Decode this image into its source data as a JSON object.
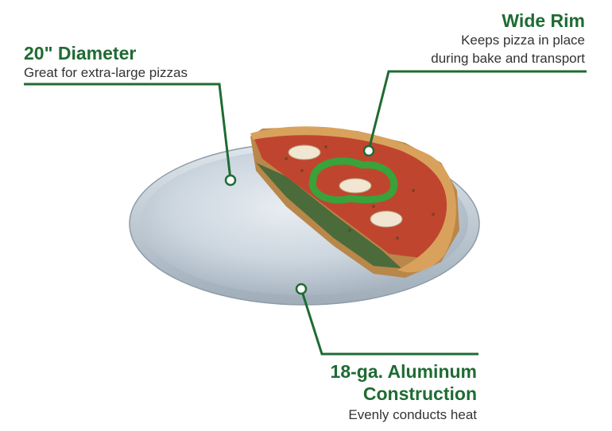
{
  "callouts": {
    "diameter": {
      "title": "20\" Diameter",
      "subtitle": "Great for extra-large pizzas"
    },
    "rim": {
      "title": "Wide Rim",
      "subtitle_line1": "Keeps pizza in place",
      "subtitle_line2": "during bake and transport"
    },
    "material": {
      "title_line1": "18-ga. Aluminum",
      "title_line2": "Construction",
      "subtitle": "Evenly conducts heat"
    }
  },
  "colors": {
    "accent": "#1f6b33",
    "text": "#333333",
    "pan": "#c9d3dc",
    "crust": "#d9a25c",
    "sauce": "#c0452f",
    "pepper": "#3aa23a"
  },
  "icons": [
    "pizza-pan-image",
    "pizza-slice-image"
  ]
}
